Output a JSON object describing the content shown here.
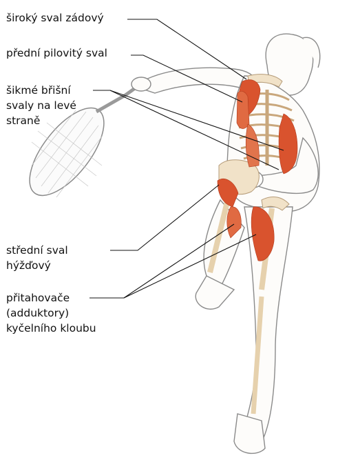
{
  "labels": {
    "latissimus": [
      "široký sval zádový"
    ],
    "serratus": [
      "přední pilovitý sval"
    ],
    "obliques": [
      "šikmé břišní",
      "svaly na levé",
      "straně"
    ],
    "gluteus_medius": [
      "střední sval",
      "hýžďový"
    ],
    "adductors": [
      "přitahovače",
      "(adduktory)",
      "kyčelního kloubu"
    ]
  },
  "colors": {
    "muscle": "#d9532e",
    "muscle_light": "#e98a64",
    "bone": "#f1e2c8",
    "outline": "#8a8a8a",
    "leader": "#111111"
  }
}
